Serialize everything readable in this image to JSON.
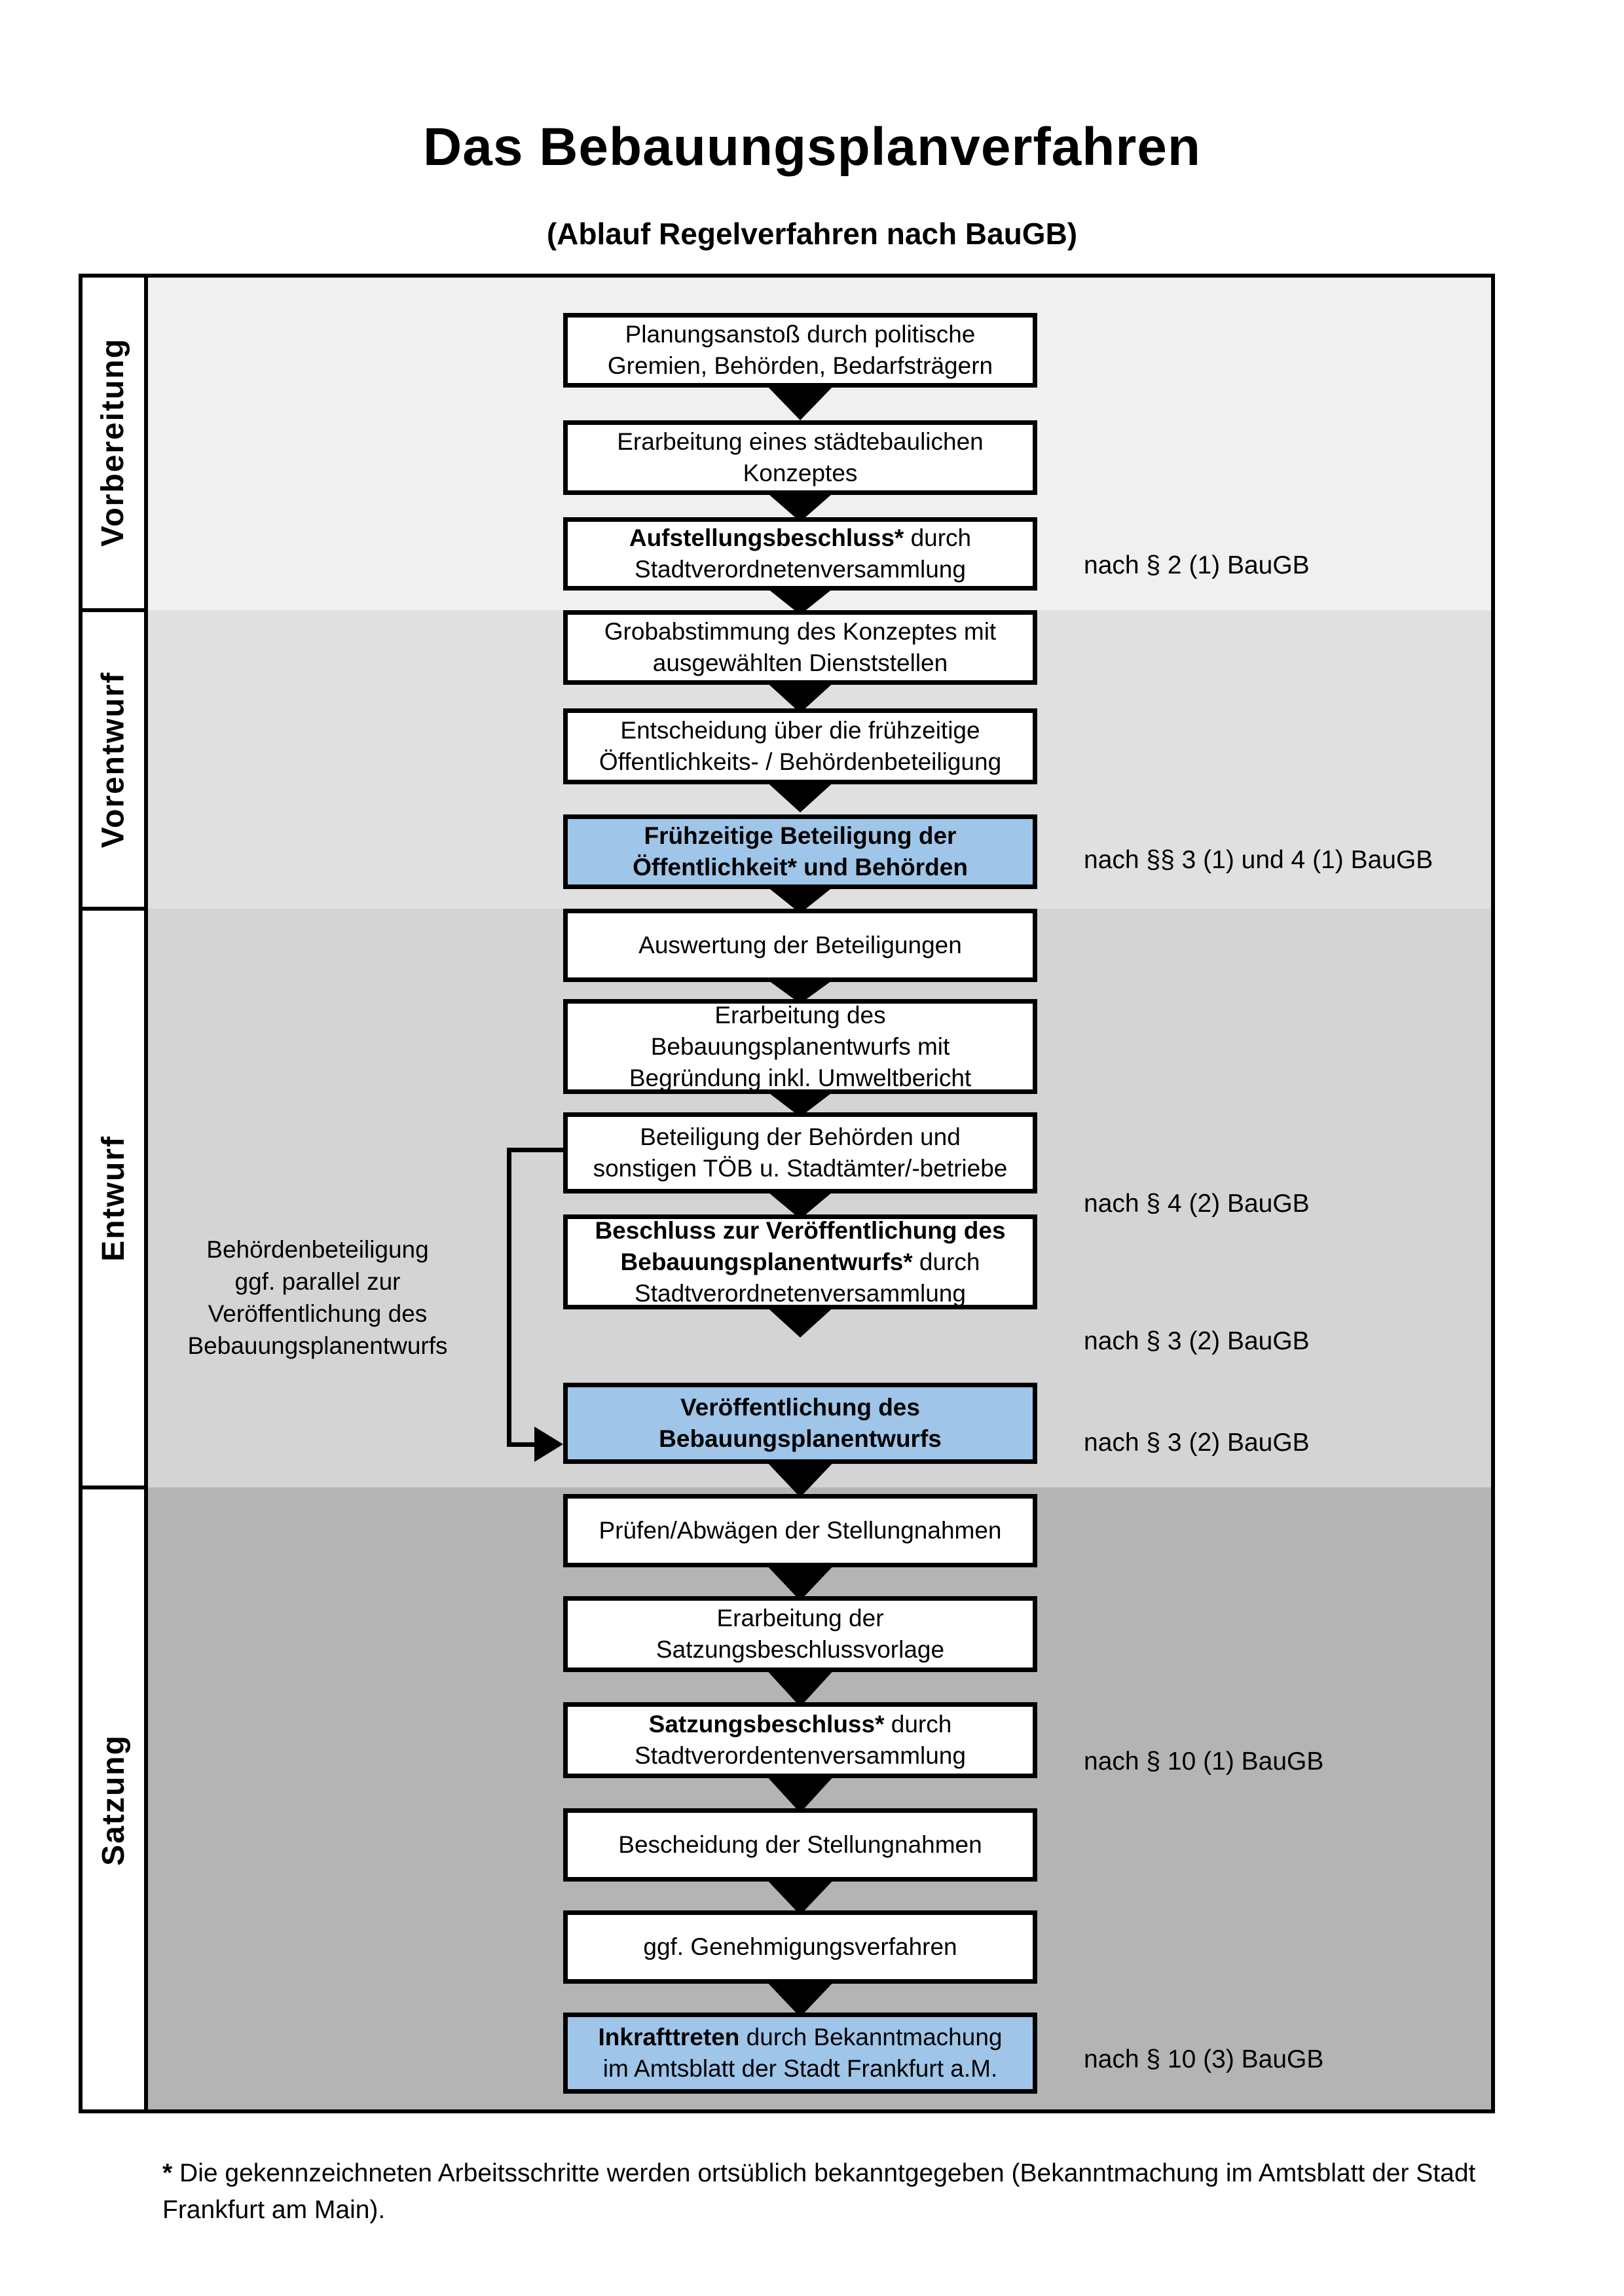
{
  "page": {
    "title": "Das Bebauungsplanverfahren",
    "subtitle": "(Ablauf Regelverfahren nach BauGB)"
  },
  "colors": {
    "band_vorbereitung": "#f0f0f0",
    "band_vorentwurf": "#e0e0e0",
    "band_entwurf": "#d4d4d4",
    "band_satzung": "#b4b4b4",
    "highlight_blue": "#9fc5e8",
    "line_black": "#000000"
  },
  "phases": [
    {
      "label": "Vorbereitung"
    },
    {
      "label": "Vorentwurf"
    },
    {
      "label": "Entwurf"
    },
    {
      "label": "Satzung"
    }
  ],
  "steps": {
    "planungsanstoss": {
      "lines": [
        "Planungsanstoß durch politische",
        "Gremien, Behörden, Bedarfsträgern"
      ]
    },
    "konzept": {
      "lines": [
        "Erarbeitung eines städtebaulichen",
        "Konzeptes"
      ]
    },
    "aufstellungsbeschluss": {
      "bold": "Aufstellungsbeschluss*",
      "rest": " durch",
      "line2": "Stadtverordnetenversammlung"
    },
    "grobabstimmung": {
      "lines": [
        "Grobabstimmung des Konzeptes mit",
        "ausgewählten Dienststellen"
      ]
    },
    "entscheidung": {
      "lines": [
        "Entscheidung über die frühzeitige",
        "Öffentlichkeits- / Behördenbeteiligung"
      ]
    },
    "fruehzeitige_beteiligung": {
      "lines": [
        "Frühzeitige Beteiligung der",
        "Öffentlichkeit* und Behörden"
      ]
    },
    "auswertung": {
      "lines": [
        "Auswertung der Beteiligungen"
      ]
    },
    "erarbeitung_entwurf": {
      "lines": [
        "Erarbeitung des",
        "Bebauungsplanentwurfs mit",
        "Begründung inkl. Umweltbericht"
      ]
    },
    "beteiligung_behoerden": {
      "lines": [
        "Beteiligung der Behörden und",
        "sonstigen TÖB u. Stadtämter/-betriebe"
      ]
    },
    "beschluss_veroeffentlichung": {
      "bold1": "Beschluss zur Veröffentlichung des",
      "bold2": "Bebauungsplanentwurfs*",
      "rest2": " durch",
      "line3": "Stadtverordnetenversammlung"
    },
    "veroeffentlichung": {
      "lines": [
        "Veröffentlichung des",
        "Bebauungsplanentwurfs"
      ]
    },
    "pruefen": {
      "lines": [
        "Prüfen/Abwägen der Stellungnahmen"
      ]
    },
    "satzungsvorlage": {
      "lines": [
        "Erarbeitung der",
        "Satzungsbeschlussvorlage"
      ]
    },
    "satzungsbeschluss": {
      "bold": "Satzungsbeschluss*",
      "rest": " durch",
      "line2": "Stadtverordentenversammlung"
    },
    "bescheidung": {
      "lines": [
        "Bescheidung der Stellungnahmen"
      ]
    },
    "genehmigung": {
      "lines": [
        "ggf. Genehmigungsverfahren"
      ]
    },
    "inkrafttreten": {
      "bold": "Inkrafttreten",
      "rest": " durch Bekanntmachung",
      "line2": "im Amtsblatt der Stadt Frankfurt a.M."
    }
  },
  "annotations": [
    {
      "text": "nach § 2 (1) BauGB"
    },
    {
      "text": "nach §§ 3 (1) und 4 (1) BauGB"
    },
    {
      "text": "nach § 4 (2) BauGB"
    },
    {
      "text": "nach § 3 (2) BauGB"
    },
    {
      "text": "nach § 3 (2) BauGB"
    },
    {
      "text": "nach § 10 (1) BauGB"
    },
    {
      "text": "nach § 10 (3) BauGB"
    }
  ],
  "side_note": {
    "lines": [
      "Behördenbeteiligung",
      "ggf. parallel zur",
      "Veröffentlichung des",
      "Bebauungsplanentwurfs"
    ]
  },
  "footnote": {
    "marker": "*",
    "line1": " Die gekennzeichneten Arbeitsschritte werden ortsüblich bekanntgegeben (Bekanntmachung im Amtsblatt  der Stadt",
    "line2": "Frankfurt am Main)."
  }
}
